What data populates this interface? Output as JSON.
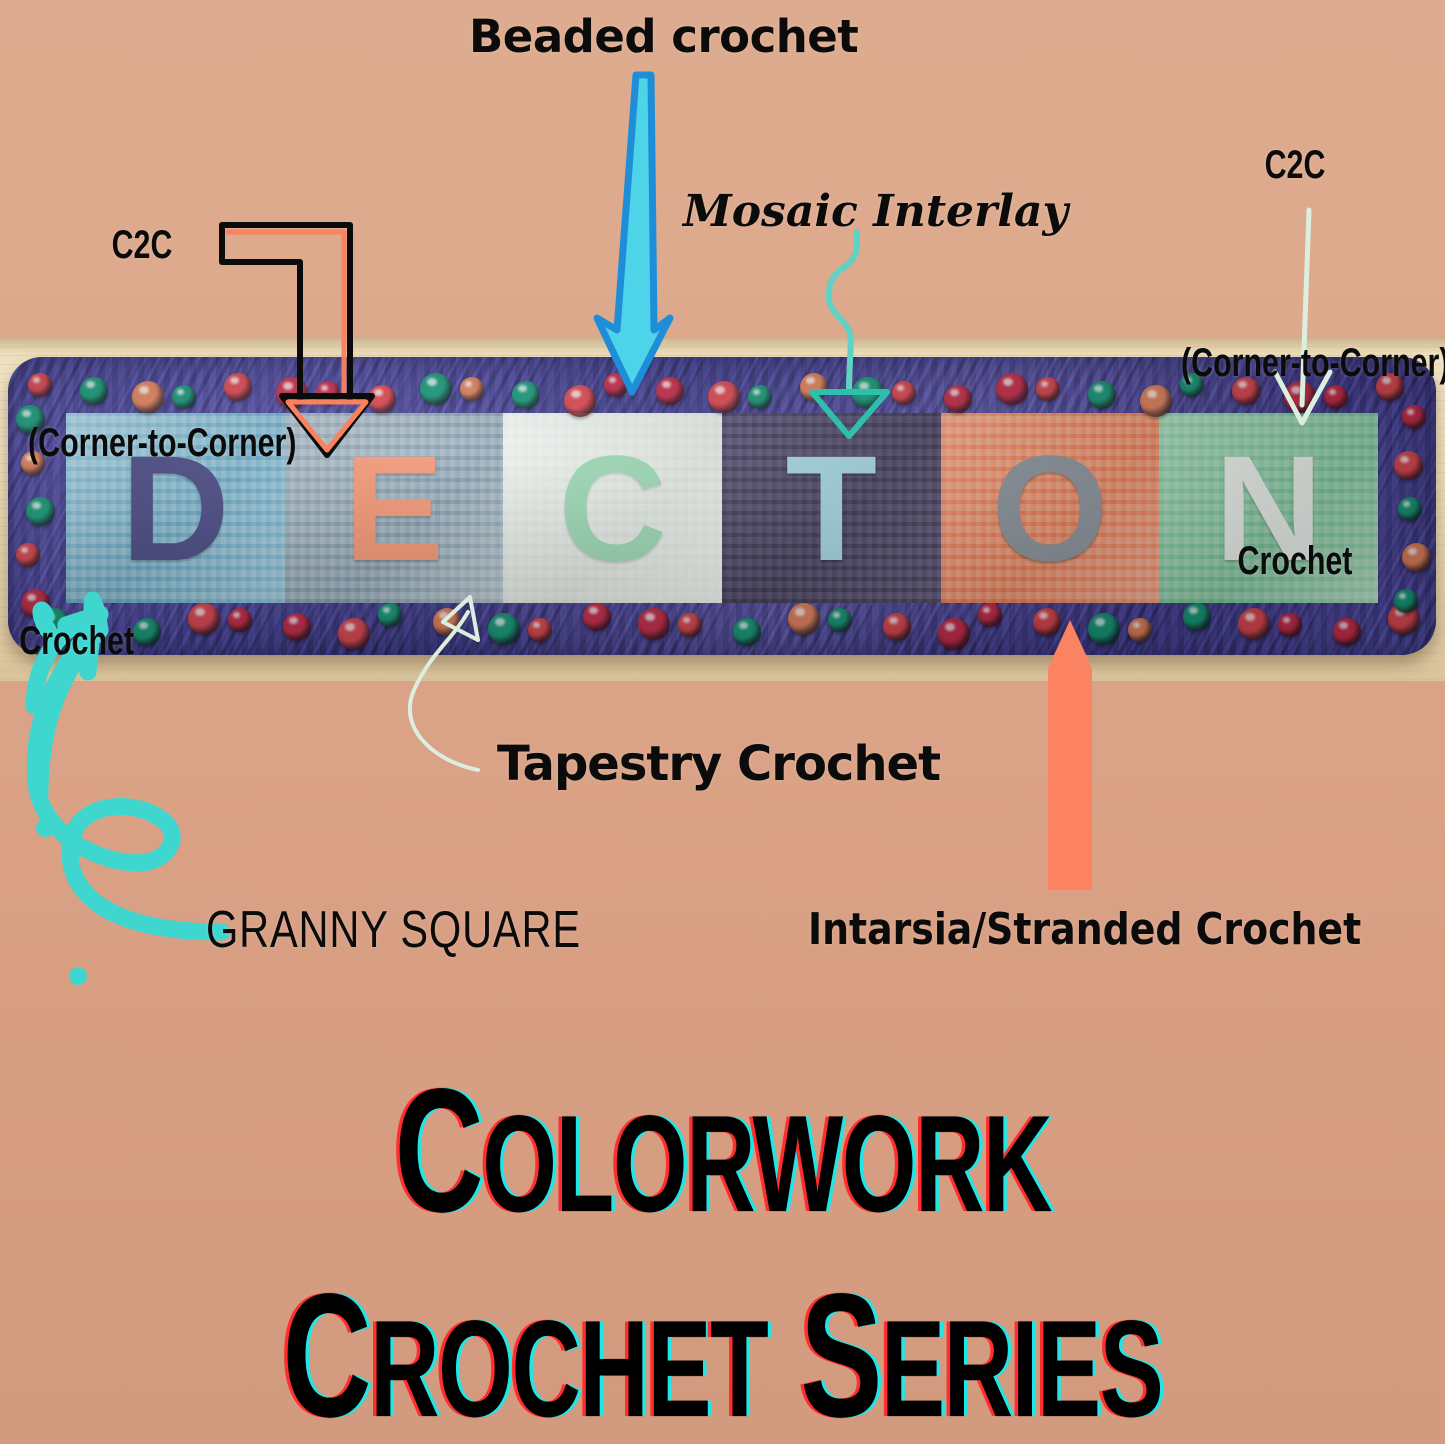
{
  "background_color": "#dda98c",
  "title": {
    "line1": "Colorwork",
    "line2": "Crochet Series",
    "shadow_colors": [
      "#ff2d2d",
      "#21e6e6"
    ]
  },
  "annotations": [
    {
      "id": "c2c-left",
      "lines": [
        "C2C",
        "(Corner-to-Corner)",
        "Crochet"
      ],
      "arrow_color": "#000000",
      "arrow_accent": "#f9815e"
    },
    {
      "id": "beaded",
      "text": "Beaded crochet",
      "arrow_color": "#4ed4e8",
      "arrow_accent": "#1f8ed8"
    },
    {
      "id": "mosaic",
      "text": "Mosaic Interlay",
      "arrow_color": "#5fd2c4"
    },
    {
      "id": "c2c-right",
      "lines": [
        "C2C",
        "(Corner-to-Corner)",
        "Crochet"
      ],
      "arrow_color": "#d8ecdc"
    },
    {
      "id": "tapestry",
      "text": "Tapestry Crochet",
      "arrow_color": "#d8ecdc"
    },
    {
      "id": "granny",
      "text": "GRANNY SQUARE",
      "arrow_color": "#3fd6cf"
    },
    {
      "id": "intarsia",
      "text": "Intarsia/Stranded Crochet",
      "arrow_color": "#fb8361"
    }
  ],
  "photo": {
    "surface": "wood-plank",
    "banner_border_color": "#4a4694",
    "letters": [
      {
        "char": "D",
        "style": "granny-square",
        "bg": "#93c4d6",
        "fg": "#4a4a82"
      },
      {
        "char": "E",
        "style": "c2c",
        "bg": "#9fb2bd",
        "fg": "#f09878"
      },
      {
        "char": "C",
        "style": "tapestry",
        "bg": "#e9efe9",
        "fg": "#9ed8b6"
      },
      {
        "char": "T",
        "style": "mosaic-interlay",
        "bg": "#4d4760",
        "fg": "#a8d8e4"
      },
      {
        "char": "O",
        "style": "intarsia",
        "bg": "#f09878",
        "fg": "#9aa2ab"
      },
      {
        "char": "N",
        "style": "c2c",
        "bg": "#9ed8b6",
        "fg": "#eef5f0"
      }
    ],
    "bead_colors": [
      "#d94a52",
      "#1d9aa8",
      "#e0b06a",
      "#e08560",
      "#1e9a7a",
      "#c22f4a",
      "#2a7fbf"
    ]
  }
}
